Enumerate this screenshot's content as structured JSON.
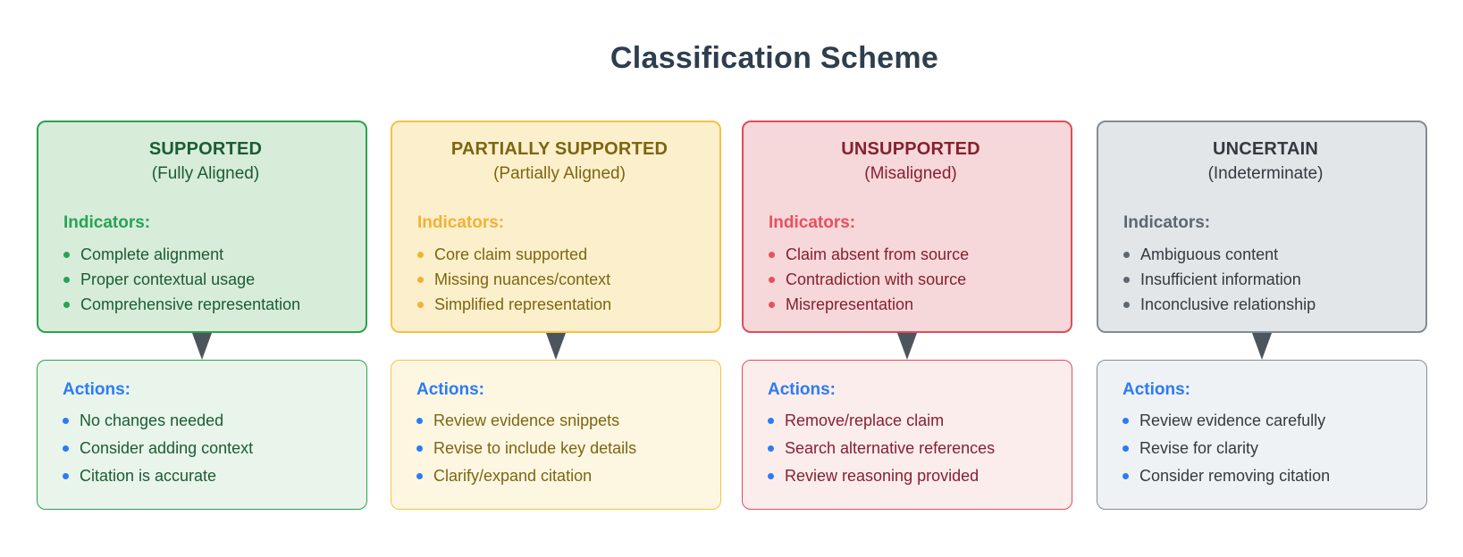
{
  "title": "Classification Scheme",
  "global_theme": {
    "title_color": "#2d3e4e",
    "actions_color": "#2c7bf6",
    "arrow_color": "#4c555d"
  },
  "icons": {
    "bullet": "dot",
    "arrow": "triangle-down"
  },
  "columns": [
    {
      "id": "supported",
      "title": "SUPPORTED",
      "subtitle": "(Fully Aligned)",
      "indicators_label": "Indicators:",
      "indicators": [
        "Complete alignment",
        "Proper contextual usage",
        "Comprehensive representation"
      ],
      "actions_label": "Actions:",
      "actions": [
        "No changes needed",
        "Consider adding context",
        "Citation is accurate"
      ],
      "theme": {
        "border": "#2ba24d",
        "indicator_bg": "#d8ecda",
        "action_bg": "#e9f5ea",
        "heading_color": "#1a5c33",
        "label_color": "#27a355",
        "text_color": "#1a5c33"
      }
    },
    {
      "id": "partially-supported",
      "title": "PARTIALLY SUPPORTED",
      "subtitle": "(Partially Aligned)",
      "indicators_label": "Indicators:",
      "indicators": [
        "Core claim supported",
        "Missing nuances/context",
        "Simplified representation"
      ],
      "actions_label": "Actions:",
      "actions": [
        "Review evidence snippets",
        "Revise to include key details",
        "Clarify/expand citation"
      ],
      "theme": {
        "border": "#f6c244",
        "indicator_bg": "#fcf0cc",
        "action_bg": "#fdf7e2",
        "heading_color": "#7d6510",
        "label_color": "#f2b136",
        "text_color": "#7d6510"
      }
    },
    {
      "id": "unsupported",
      "title": "UNSUPPORTED",
      "subtitle": "(Misaligned)",
      "indicators_label": "Indicators:",
      "indicators": [
        "Claim absent from source",
        "Contradiction with source",
        "Misrepresentation"
      ],
      "actions_label": "Actions:",
      "actions": [
        "Remove/replace claim",
        "Search alternative references",
        "Review reasoning provided"
      ],
      "theme": {
        "border": "#e14b57",
        "indicator_bg": "#f6d8da",
        "action_bg": "#fceded",
        "heading_color": "#86202f",
        "label_color": "#e8505c",
        "text_color": "#86202f"
      }
    },
    {
      "id": "uncertain",
      "title": "UNCERTAIN",
      "subtitle": "(Indeterminate)",
      "indicators_label": "Indicators:",
      "indicators": [
        "Ambiguous content",
        "Insufficient information",
        "Inconclusive relationship"
      ],
      "actions_label": "Actions:",
      "actions": [
        "Review evidence carefully",
        "Revise for clarity",
        "Consider removing citation"
      ],
      "theme": {
        "border": "#838c92",
        "indicator_bg": "#e3e6e9",
        "action_bg": "#eff2f4",
        "heading_color": "#343a40",
        "label_color": "#5d6771",
        "text_color": "#343a40"
      }
    }
  ]
}
